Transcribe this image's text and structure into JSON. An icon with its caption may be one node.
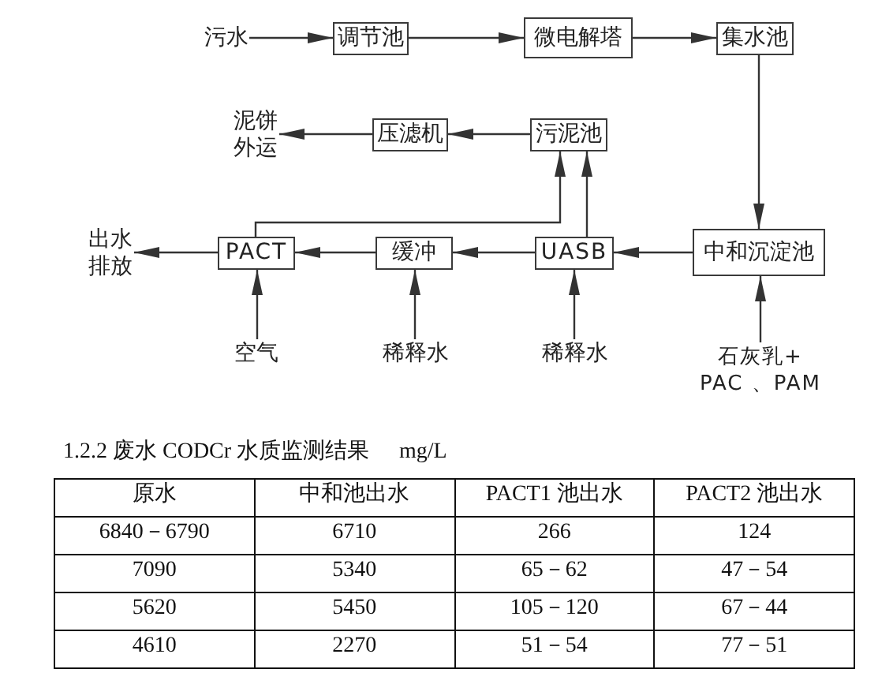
{
  "diagram": {
    "nodes": [
      {
        "text": [
          "污水"
        ]
      },
      {
        "text": [
          "调节池"
        ]
      },
      {
        "text": [
          "微电解塔"
        ]
      },
      {
        "text": [
          "集水池"
        ]
      },
      {
        "text": [
          "泥饼外运"
        ]
      },
      {
        "text": [
          "压滤机"
        ]
      },
      {
        "text": [
          "污泥池"
        ]
      },
      {
        "text": [
          "出水排放"
        ]
      },
      {
        "text": [
          "PACT"
        ]
      },
      {
        "text": [
          "缓冲"
        ]
      },
      {
        "text": [
          "UASB"
        ]
      },
      {
        "text": [
          "中和沉淀池"
        ]
      },
      {
        "text": [
          "空气"
        ]
      },
      {
        "text": [
          "稀释水"
        ]
      },
      {
        "text": [
          "稀释水"
        ]
      },
      {
        "text": [
          "石灰乳+ PAC 、PAM"
        ]
      }
    ],
    "edges": [
      {
        "from": 0,
        "to": 1,
        "arrow": "to"
      },
      {
        "from": 1,
        "to": 2,
        "arrow": "to"
      },
      {
        "from": 2,
        "to": 3,
        "arrow": "to"
      },
      {
        "from": 3,
        "to": 11,
        "arrow": "to"
      },
      {
        "from": 11,
        "to": 10,
        "arrow": "to"
      },
      {
        "from": 10,
        "to": 9,
        "arrow": "to"
      },
      {
        "from": 9,
        "to": 8,
        "arrow": "to"
      },
      {
        "from": 8,
        "to": 7,
        "arrow": "to"
      },
      {
        "from": 12,
        "to": 8,
        "arrow": "to"
      },
      {
        "from": 13,
        "to": 9,
        "arrow": "to"
      },
      {
        "from": 14,
        "to": 10,
        "arrow": "to"
      },
      {
        "from": 15,
        "to": 11,
        "arrow": "to"
      },
      {
        "from": 8,
        "to": 6,
        "arrow": "to"
      },
      {
        "from": 10,
        "to": 6,
        "arrow": "to"
      },
      {
        "from": 6,
        "to": 5,
        "arrow": "to"
      },
      {
        "from": 5,
        "to": 4,
        "arrow": "to"
      }
    ],
    "labels": [
      "1.2.2 废水 CODCr 水质监测结果",
      "mg/L",
      "原水",
      "中和池出水",
      "PACT1 池出水",
      "PACT2 池出水",
      "6840－6790",
      "6710",
      "266",
      "124",
      "7090",
      "5340",
      "65－62",
      "47－54",
      "5620",
      "5450",
      "105－120",
      "67－44",
      "4610",
      "2270",
      "51－54",
      "77－51"
    ]
  }
}
